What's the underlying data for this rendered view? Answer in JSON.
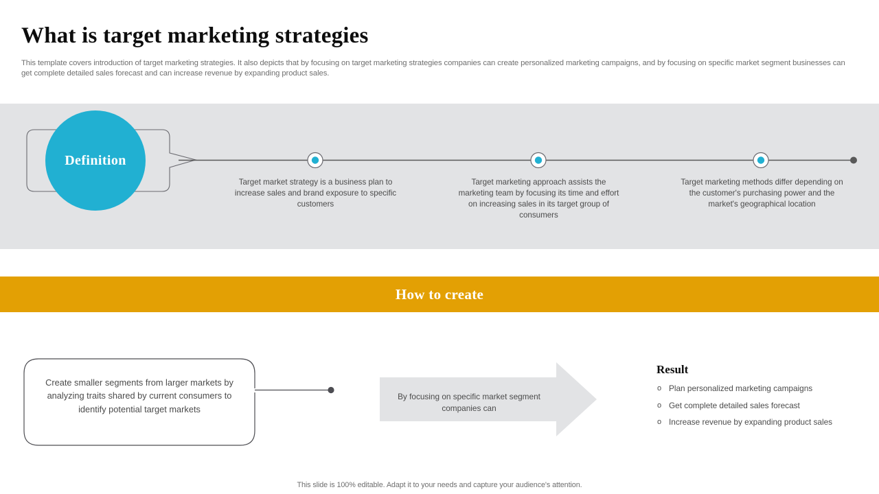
{
  "header": {
    "title": "What is target marketing strategies",
    "subtitle": "This template covers introduction of target marketing strategies. It also depicts that by focusing on target marketing strategies companies can create personalized marketing campaigns, and by focusing on specific market segment businesses can get complete detailed sales forecast and can increase revenue by expanding product sales."
  },
  "definition": {
    "label": "Definition"
  },
  "timeline": {
    "nodes": [
      {
        "text": "Target market strategy is a business plan to increase sales and brand exposure to specific customers"
      },
      {
        "text": "Target marketing approach assists the marketing team by focusing its time and effort on increasing sales in its target group of consumers"
      },
      {
        "text": "Target marketing methods differ depending on the customer's purchasing power and the market's geographical location"
      }
    ]
  },
  "banner": {
    "title": "How to create"
  },
  "howto": {
    "step_text": "Create smaller segments from larger markets by analyzing traits shared by current consumers to identify potential target markets",
    "arrow_text": "By focusing on specific market segment companies can"
  },
  "result": {
    "title": "Result",
    "bullet_glyph": "o",
    "items": [
      "Plan personalized marketing campaigns",
      "Get complete detailed sales forecast",
      "Increase revenue by expanding product sales"
    ]
  },
  "footer": {
    "note": "This slide is 100% editable. Adapt it to your needs and capture your audience's attention."
  },
  "colors": {
    "accent_cyan": "#21b0d2",
    "banner_orange": "#e3a004",
    "band_gray": "#e2e3e5",
    "arrow_gray": "#e2e3e5",
    "line_gray": "#595959",
    "text_gray": "#4b4b4b"
  }
}
